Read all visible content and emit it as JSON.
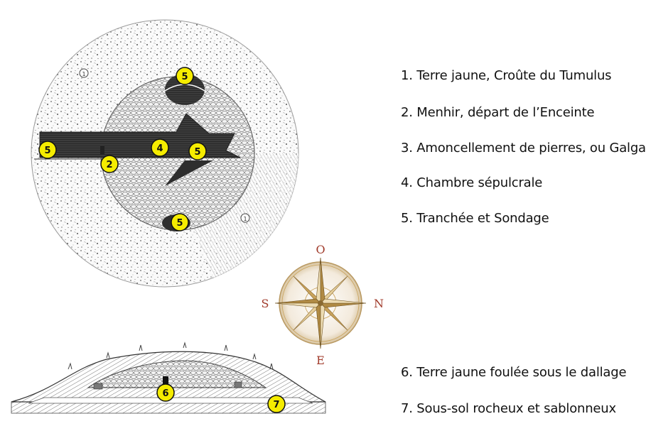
{
  "markers": {
    "m5_top": "5",
    "m5_left": "5",
    "m5_right": "5",
    "m5_bottom": "5",
    "m4": "4",
    "m2": "2",
    "m6": "6",
    "m7": "7",
    "small_1_top": "1",
    "small_1_right": "1"
  },
  "compass": {
    "north": "O",
    "south": "E",
    "west": "S",
    "east": "N"
  },
  "legend": [
    "1. Terre jaune, Croûte du Tumulus",
    "2. Menhir, départ de l’Enceinte",
    "3. Amoncellement de pierres, ou Galgal",
    "4. Chambre sépulcrale",
    "5. Tranchée et Sondage",
    "6. Terre jaune foulée sous le dallage",
    "7. Sous-sol rocheux et sablonneux"
  ],
  "colors": {
    "marker_fill": "#f5ec00",
    "compass_gold": "#c9a35c",
    "compass_letters": "#a03a2a"
  }
}
